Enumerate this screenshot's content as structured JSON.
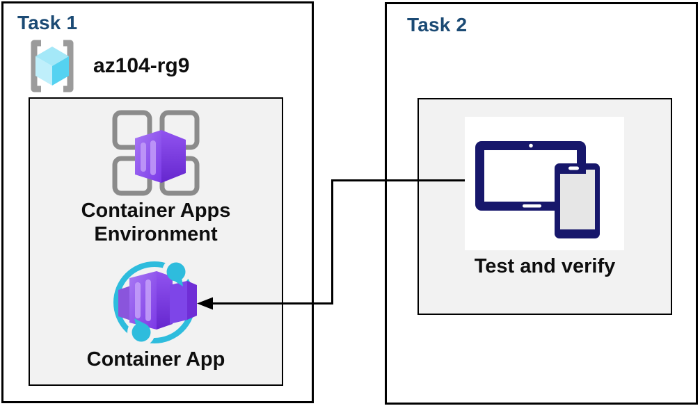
{
  "task1": {
    "label": "Task 1",
    "resource_group_name": "az104-rg9",
    "environment_label_line1": "Container Apps",
    "environment_label_line2": "Environment",
    "app_label": "Container App"
  },
  "task2": {
    "label": "Task 2",
    "verify_label": "Test and verify"
  },
  "connector": {
    "from": "test-and-verify-icon",
    "to": "container-app-icon"
  },
  "colors": {
    "task-label": "#1B4A74",
    "text": "#0E0E0E",
    "border": "#000000",
    "panel-fill": "#F2F2F2",
    "device-navy": "#17176B",
    "app-cyan": "#2EBCDD",
    "square-gray": "#8B8B8B",
    "bracket-gray": "#9B9B9B",
    "cube-top": "#A4E8F8",
    "cube-left": "#BFEFFB",
    "cube-right": "#55D2F1",
    "purple-light": "#A478F2",
    "purple-dark": "#7C3AE6"
  }
}
